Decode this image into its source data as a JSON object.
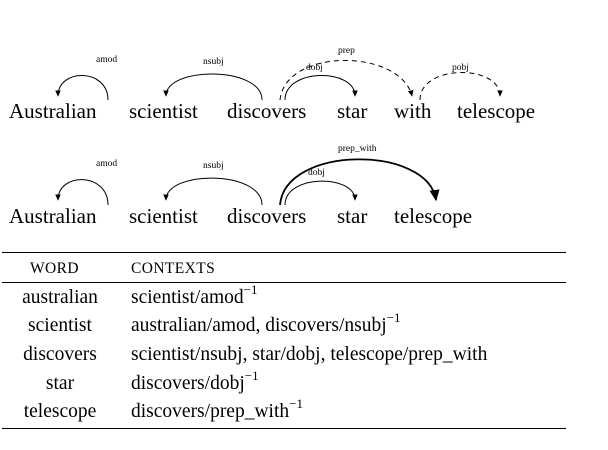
{
  "diagram1": {
    "words": [
      "Australian",
      "scientist",
      "discovers",
      "star",
      "with",
      "telescope"
    ],
    "arcs": [
      {
        "label": "amod",
        "style": "solid"
      },
      {
        "label": "nsubj",
        "style": "solid"
      },
      {
        "label": "dobj",
        "style": "solid"
      },
      {
        "label": "prep",
        "style": "dashed"
      },
      {
        "label": "pobj",
        "style": "dashed"
      }
    ]
  },
  "diagram2": {
    "words": [
      "Australian",
      "scientist",
      "discovers",
      "star",
      "telescope"
    ],
    "arcs": [
      {
        "label": "amod",
        "style": "solid"
      },
      {
        "label": "nsubj",
        "style": "solid"
      },
      {
        "label": "dobj",
        "style": "solid"
      },
      {
        "label": "prep_with",
        "style": "bold"
      }
    ]
  },
  "table": {
    "headers": [
      "WORD",
      "CONTEXTS"
    ],
    "rows": [
      {
        "word": "australian",
        "contexts": "scientist/amod",
        "sup": "−1"
      },
      {
        "word": "scientist",
        "contexts": "australian/amod, discovers/nsubj",
        "sup": "−1"
      },
      {
        "word": "discovers",
        "contexts": "scientist/nsubj, star/dobj, telescope/prep_with",
        "sup": ""
      },
      {
        "word": "star",
        "contexts": "discovers/dobj",
        "sup": "−1"
      },
      {
        "word": "telescope",
        "contexts": "discovers/prep_with",
        "sup": "−1"
      }
    ]
  }
}
